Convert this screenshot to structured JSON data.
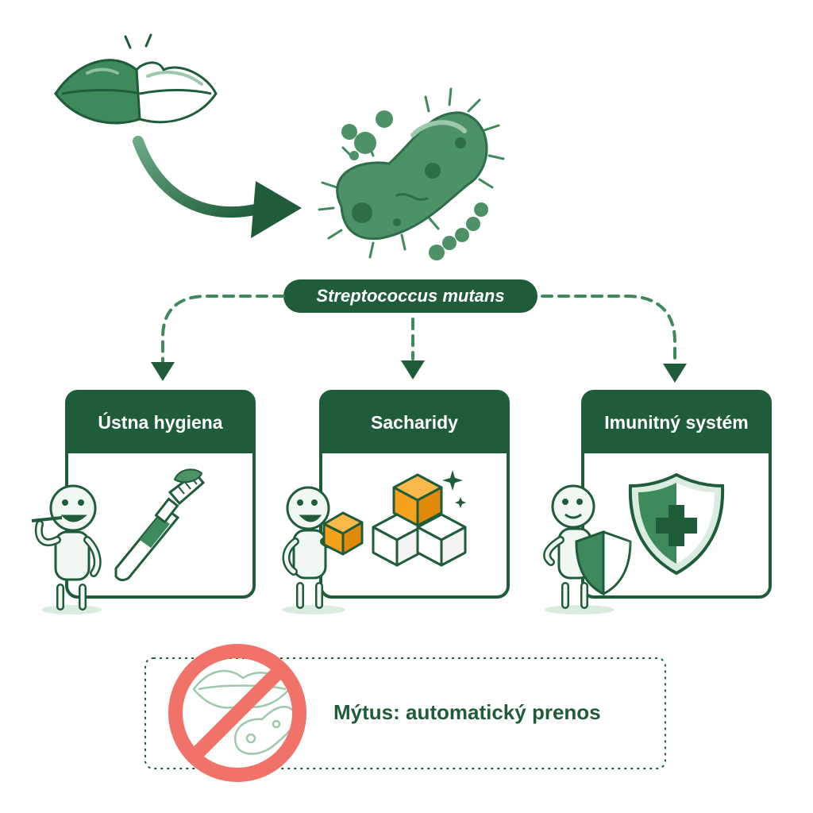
{
  "colors": {
    "dark_green": "#1e5c3a",
    "mid_green": "#3e8a5c",
    "light_green": "#d9ecdf",
    "orange": "#f5a11c",
    "red": "#f07268"
  },
  "icons": [
    "lips-icon",
    "bacterium-icon",
    "toothbrush-icon",
    "sugar-cubes-icon",
    "shield-icon",
    "no-transmission-icon"
  ],
  "bacterium": {
    "label": "Streptococcus mutans"
  },
  "cards": [
    {
      "title": "Ústna hygiena"
    },
    {
      "title": "Sacharidy"
    },
    {
      "title": "Imunitný systém"
    }
  ],
  "myth": {
    "label": "Mýtus: automatický prenos"
  }
}
